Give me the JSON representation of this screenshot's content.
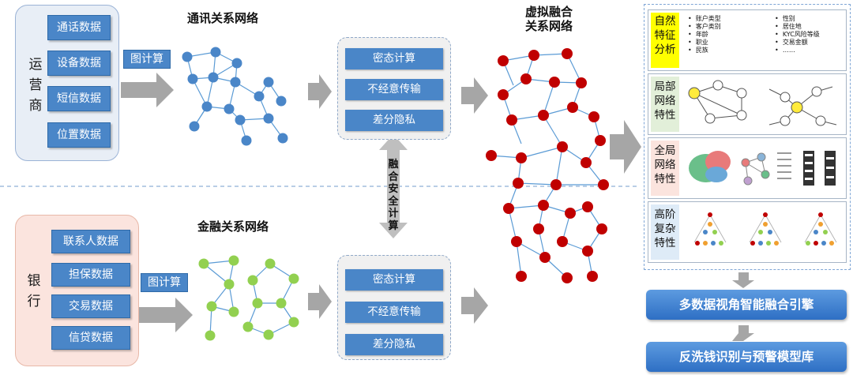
{
  "operator": {
    "label": "运营商",
    "items": [
      "通话数据",
      "设备数据",
      "短信数据",
      "位置数据"
    ]
  },
  "bank": {
    "label": "银行",
    "items": [
      "联系人数据",
      "担保数据",
      "交易数据",
      "信贷数据"
    ]
  },
  "graph_compute": "图计算",
  "telecom_network_title": "通讯关系网络",
  "finance_network_title": "金融关系网络",
  "privacy_methods": [
    "密态计算",
    "不经意传输",
    "差分隐私"
  ],
  "secure_compute_label": "融合安全计算",
  "fusion_network_title": [
    "虚拟融合",
    "关系网络"
  ],
  "features": {
    "natural": {
      "label": "自然特征分析",
      "col1": [
        "账户类型",
        "客户类别",
        "年龄",
        "职业",
        "民族"
      ],
      "col2": [
        "性别",
        "居住地",
        "KYC风险等级",
        "交易金额",
        "……"
      ]
    },
    "local": {
      "label": "局部网络特性"
    },
    "global": {
      "label": "全局网络特性"
    },
    "higher": {
      "label": "高阶复杂特性"
    }
  },
  "engine_label": "多数据视角智能融合引擎",
  "model_label": "反洗钱识别与预警模型库",
  "colors": {
    "primary_blue": "#4a86c8",
    "telecom_node": "#4a86c8",
    "finance_node": "#92d050",
    "fusion_node": "#c00000",
    "natural_highlight": "#ffff00",
    "operator_panel": "#e8eef6",
    "bank_panel": "#fbe4de"
  }
}
